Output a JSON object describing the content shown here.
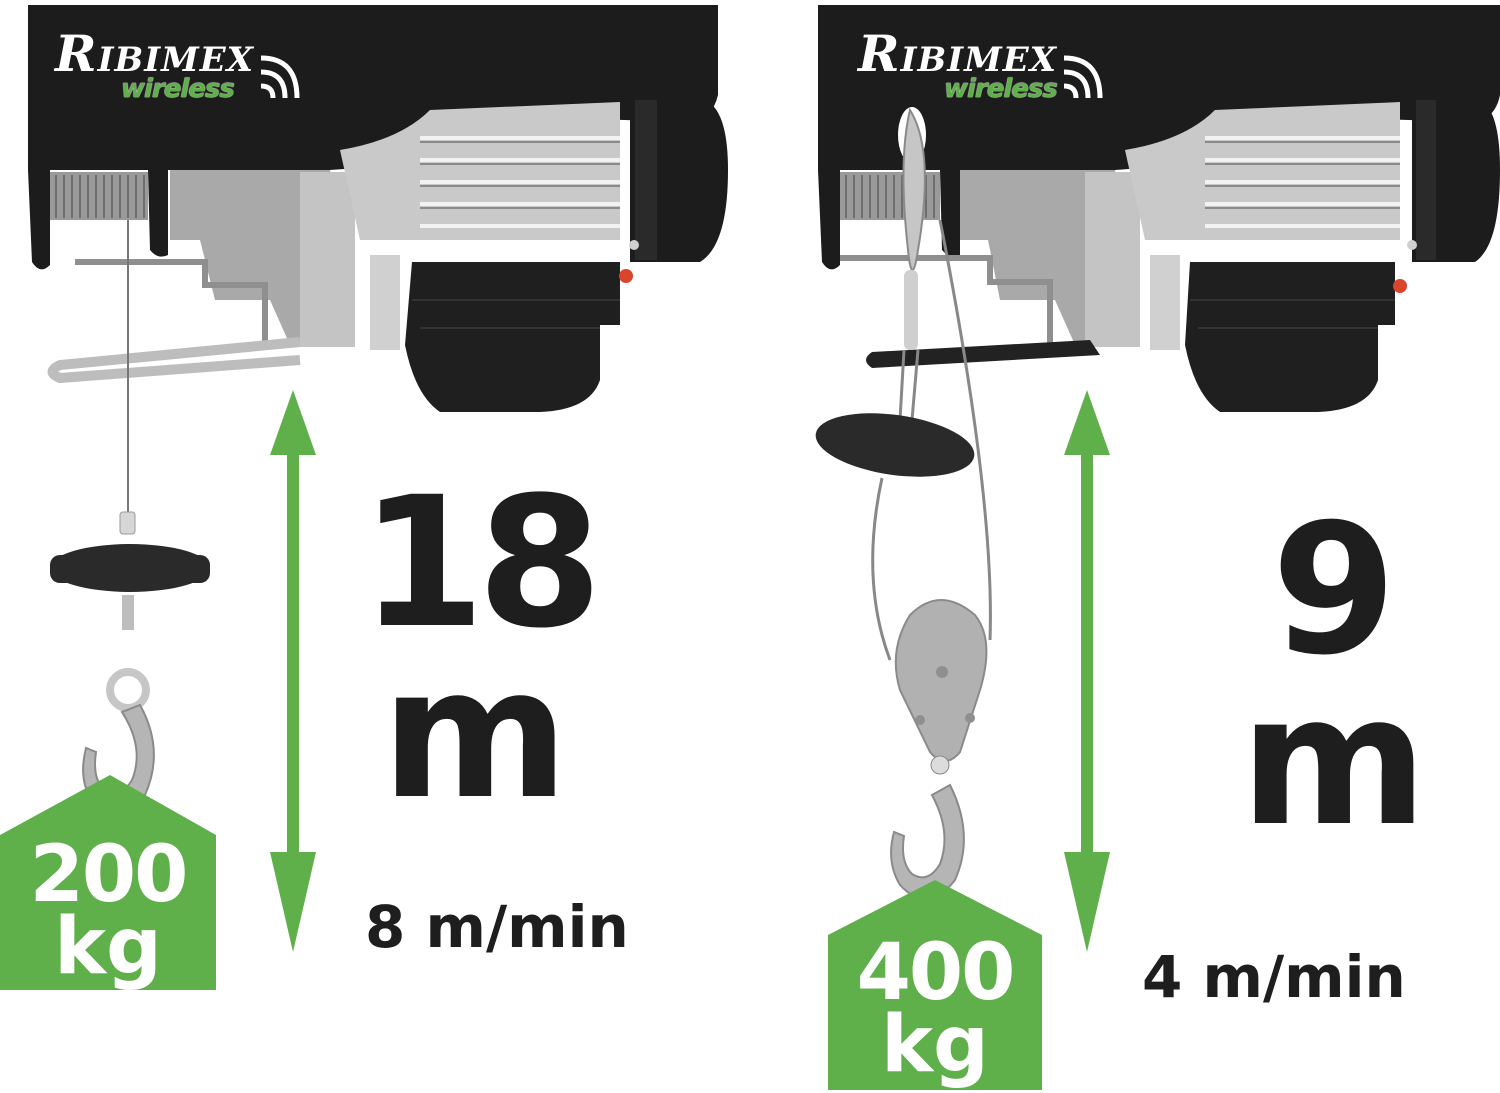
{
  "brand": {
    "name_initial": "R",
    "name_rest": "IBIMEX",
    "registered_mark": "®",
    "subline": "wireless",
    "logo_icon": "wireless-signal-icon"
  },
  "colors": {
    "accent_green": "#5fb04a",
    "housing_black": "#1c1c1c",
    "text_dark": "#1e1e1e",
    "metal_silver": "#b8b8b8"
  },
  "configurations": [
    {
      "id": "single-line",
      "rigging": "single cable with hook",
      "lift_height": {
        "value": "18",
        "unit": "m"
      },
      "lifting_speed": "8 m/min",
      "max_load": {
        "value": "200",
        "unit": "kg"
      }
    },
    {
      "id": "double-line",
      "rigging": "cable through pulley block with hook",
      "lift_height": {
        "value": "9",
        "unit": "m"
      },
      "lifting_speed": "4 m/min",
      "max_load": {
        "value": "400",
        "unit": "kg"
      }
    }
  ]
}
